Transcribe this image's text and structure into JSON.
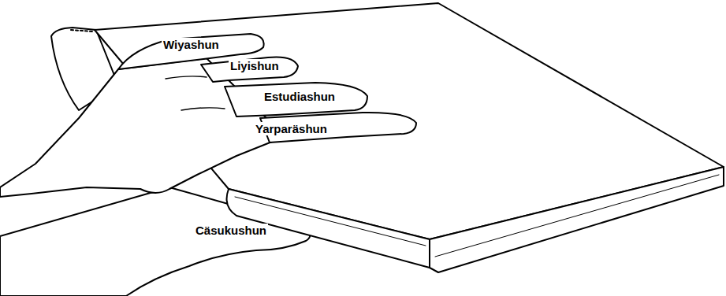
{
  "diagram": {
    "labels": [
      "Wiyashun",
      "Liyishun",
      "Estudiashun",
      "Yarparäshun",
      "Cäsukushun"
    ]
  }
}
